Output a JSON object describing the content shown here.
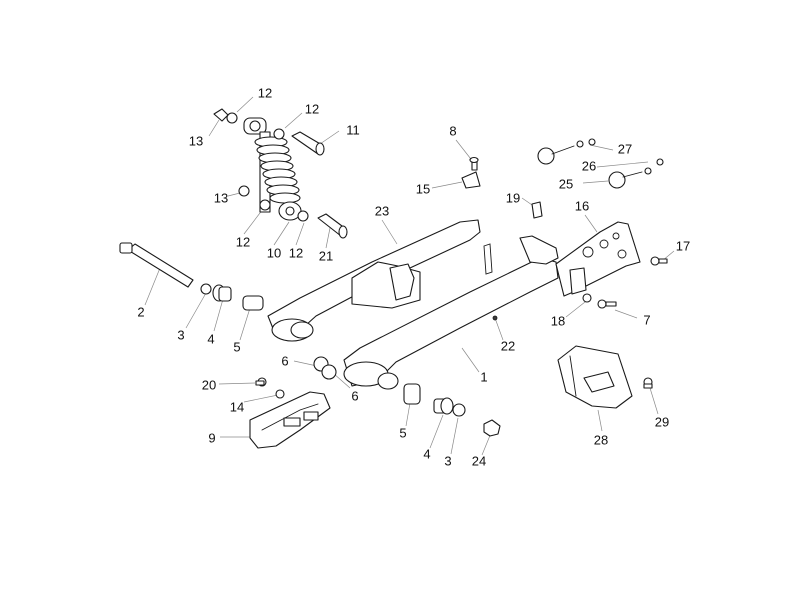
{
  "callouts": [
    {
      "id": "c-12a",
      "text": "12"
    },
    {
      "id": "c-12b",
      "text": "12"
    },
    {
      "id": "c-13a",
      "text": "13"
    },
    {
      "id": "c-11",
      "text": "11"
    },
    {
      "id": "c-8",
      "text": "8"
    },
    {
      "id": "c-27",
      "text": "27"
    },
    {
      "id": "c-26",
      "text": "26"
    },
    {
      "id": "c-25",
      "text": "25"
    },
    {
      "id": "c-15",
      "text": "15"
    },
    {
      "id": "c-19",
      "text": "19"
    },
    {
      "id": "c-16",
      "text": "16"
    },
    {
      "id": "c-23",
      "text": "23"
    },
    {
      "id": "c-13b",
      "text": "13"
    },
    {
      "id": "c-12c",
      "text": "12"
    },
    {
      "id": "c-10",
      "text": "10"
    },
    {
      "id": "c-12d",
      "text": "12"
    },
    {
      "id": "c-21",
      "text": "21"
    },
    {
      "id": "c-17",
      "text": "17"
    },
    {
      "id": "c-2",
      "text": "2"
    },
    {
      "id": "c-3a",
      "text": "3"
    },
    {
      "id": "c-4a",
      "text": "4"
    },
    {
      "id": "c-5a",
      "text": "5"
    },
    {
      "id": "c-18",
      "text": "18"
    },
    {
      "id": "c-7",
      "text": "7"
    },
    {
      "id": "c-22",
      "text": "22"
    },
    {
      "id": "c-6a",
      "text": "6"
    },
    {
      "id": "c-6b",
      "text": "6"
    },
    {
      "id": "c-1",
      "text": "1"
    },
    {
      "id": "c-20",
      "text": "20"
    },
    {
      "id": "c-14",
      "text": "14"
    },
    {
      "id": "c-9",
      "text": "9"
    },
    {
      "id": "c-5b",
      "text": "5"
    },
    {
      "id": "c-4b",
      "text": "4"
    },
    {
      "id": "c-3b",
      "text": "3"
    },
    {
      "id": "c-24",
      "text": "24"
    },
    {
      "id": "c-28",
      "text": "28"
    },
    {
      "id": "c-29",
      "text": "29"
    }
  ]
}
